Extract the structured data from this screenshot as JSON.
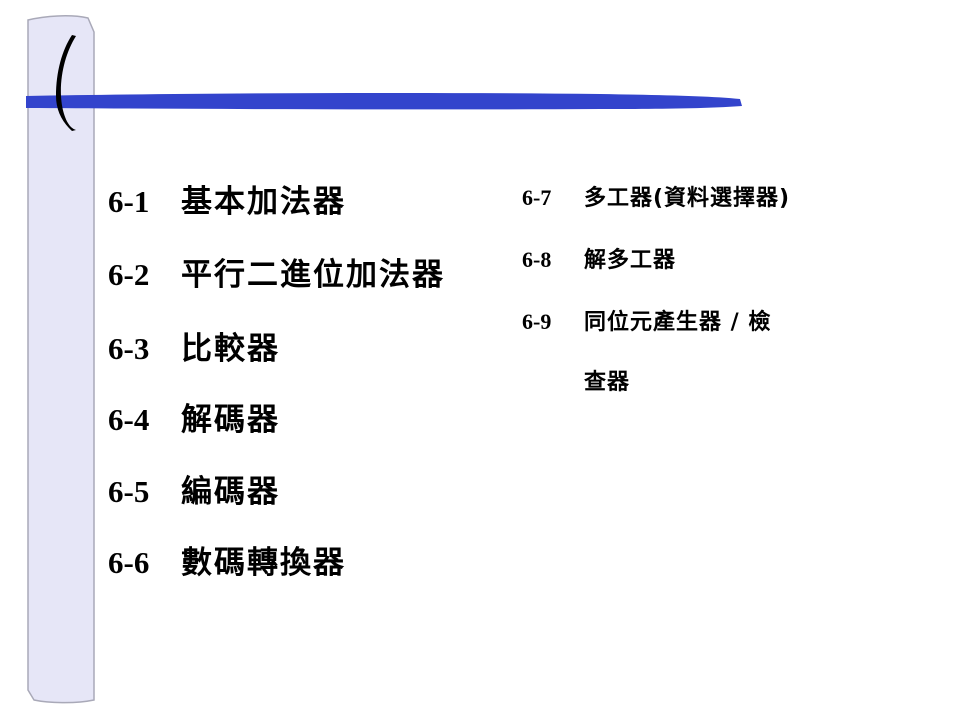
{
  "sections_left": [
    {
      "number": "6-1",
      "title": "基本加法器"
    },
    {
      "number": "6-2",
      "title": "平行二進位加法器"
    },
    {
      "number": "6-3",
      "title": "比較器"
    },
    {
      "number": "6-4",
      "title": "解碼器"
    },
    {
      "number": "6-5",
      "title": "編碼器"
    },
    {
      "number": "6-6",
      "title": "數碼轉換器"
    }
  ],
  "sections_right": [
    {
      "number": "6-7",
      "title": "多工器(資料選擇器)"
    },
    {
      "number": "6-8",
      "title": "解多工器"
    },
    {
      "number": "6-9",
      "title": "同位元產生器 / 檢"
    },
    {
      "number": "",
      "title": "查器"
    }
  ],
  "colors": {
    "sidebar_fill": "#e6e6f7",
    "sidebar_stroke": "#a9a9b8",
    "accent_bar": "#3344cc",
    "text": "#000000"
  }
}
